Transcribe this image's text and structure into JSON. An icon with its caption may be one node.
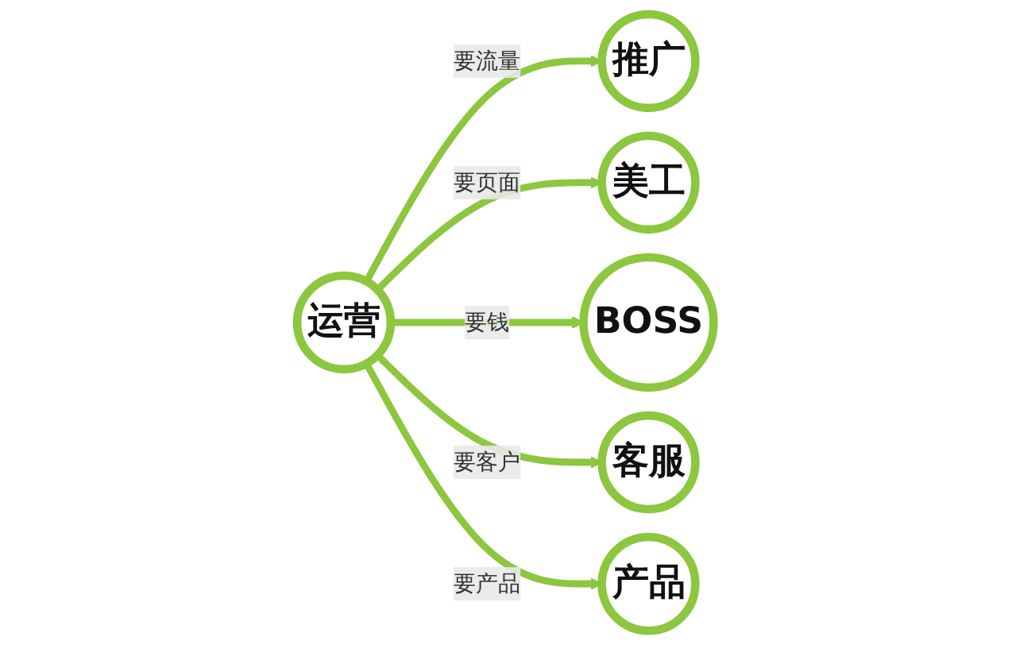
{
  "diagram": {
    "nodes": [
      {
        "text": [
          "推广"
        ]
      },
      {
        "text": [
          "美工"
        ]
      },
      {
        "text": [
          "运营"
        ]
      },
      {
        "text": [
          "BOSS"
        ]
      },
      {
        "text": [
          "客服"
        ]
      },
      {
        "text": [
          "产品"
        ]
      }
    ],
    "edges": [
      {
        "from": 2,
        "to": 0,
        "arrow": "to",
        "label": "要流量"
      },
      {
        "from": 2,
        "to": 1,
        "arrow": "to",
        "label": "要页面"
      },
      {
        "from": 2,
        "to": 3,
        "arrow": "to",
        "label": "要钱"
      },
      {
        "from": 2,
        "to": 4,
        "arrow": "to",
        "label": "要客户"
      },
      {
        "from": 2,
        "to": 5,
        "arrow": "to",
        "label": "要产品"
      }
    ]
  }
}
